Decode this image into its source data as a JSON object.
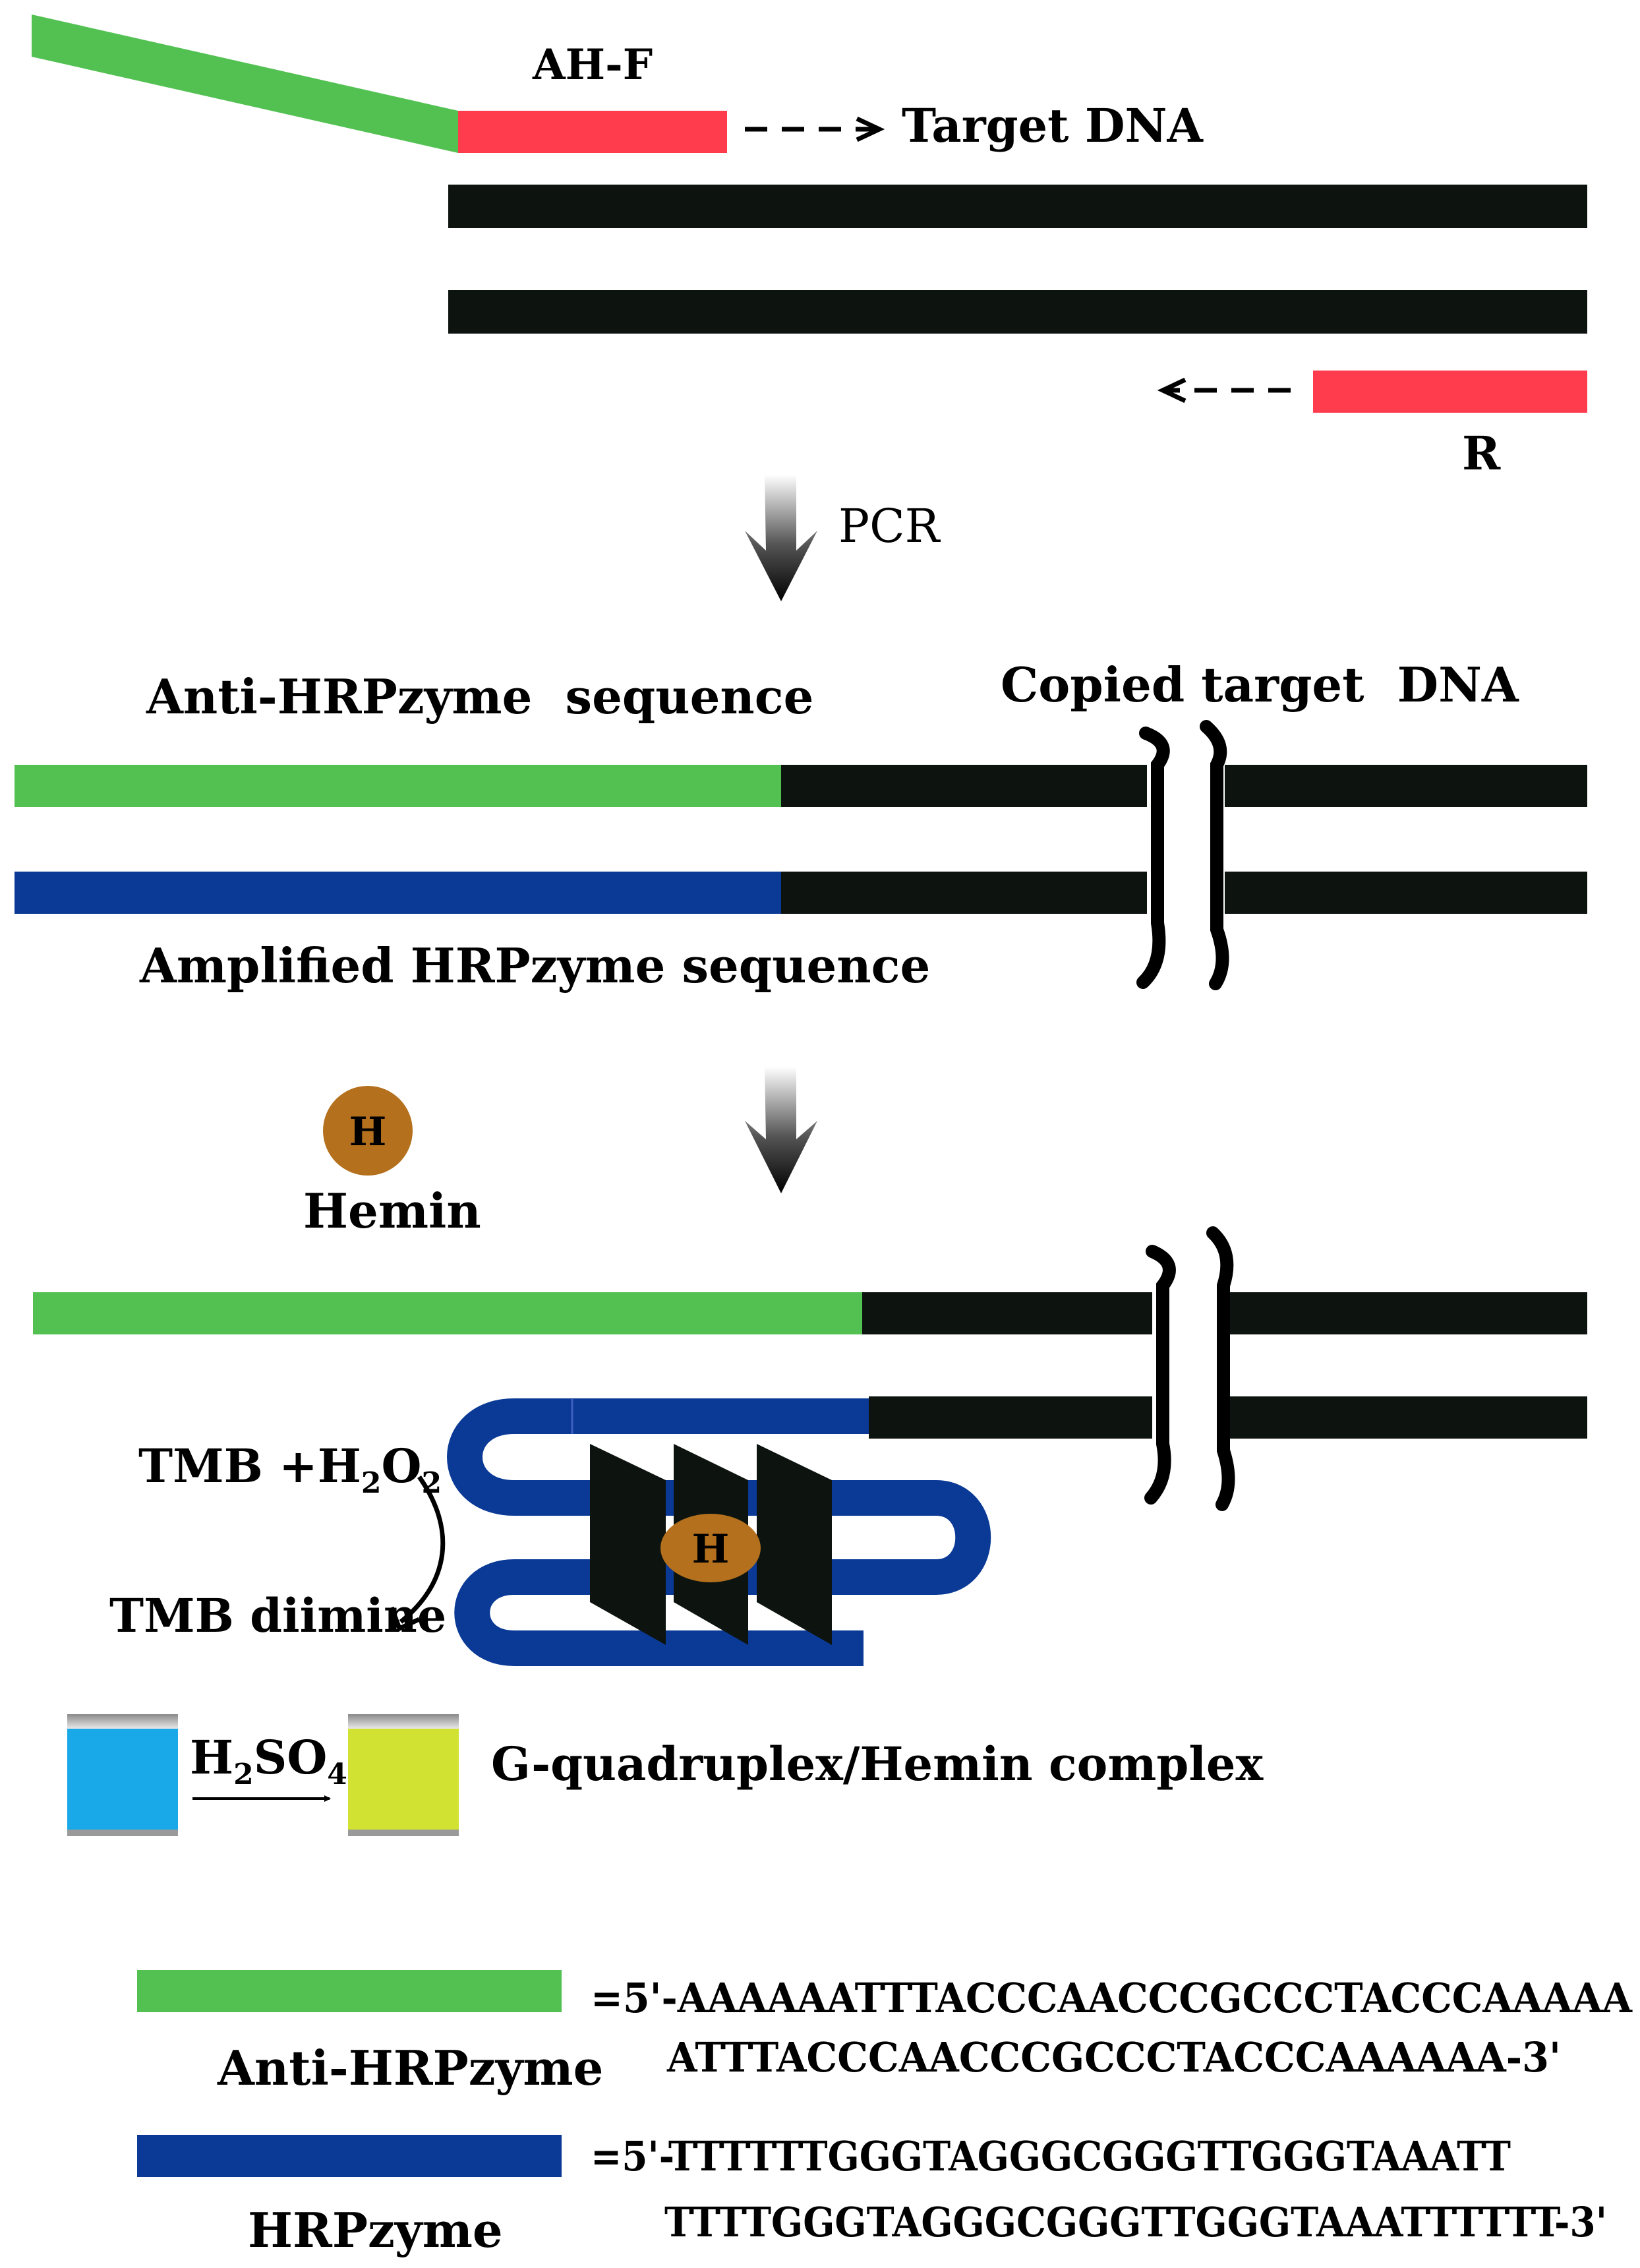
{
  "labels": {
    "primer_forward": "AH-F",
    "target_dna": "Target DNA",
    "primer_reverse": "R",
    "step_pcr": "PCR",
    "anti_hrpzyme_sequence": "Anti-HRPzyme  sequence",
    "copied_target_dna": "Copied target  DNA",
    "amplified_hrpzyme_sequence": "Amplified HRPzyme sequence",
    "hemin_symbol": "H",
    "hemin": "Hemin",
    "tmb_h2o2": {
      "base": "TMB +H",
      "sub1": "2",
      "mid": "O",
      "sub2": "2"
    },
    "tmb_diimine": "TMB diimine",
    "h2so4": {
      "base": "H",
      "sub1": "2",
      "mid": "SO",
      "sub2": "4"
    },
    "complex": "G-quadruplex/Hemin complex"
  },
  "legend": {
    "anti_hrpzyme": {
      "name": "Anti-HRPzyme",
      "seq_line1": "=5'-AAAAAATTTACCCAACCCGCCCTACCCAAAAA",
      "seq_line2": "ATTTACCCAACCCGCCCTACCCAAAAAA-3'"
    },
    "hrpzyme": {
      "name": "HRPzyme",
      "seq_line1": "=5'-TTTTTTGGGTAGGGCGGGTTGGGTAAATT",
      "seq_line2": "TTTTGGGTAGGGCGGGTTGGGTAAATTTTTT-3'"
    }
  },
  "colors": {
    "anti_hrpzyme": "#52c152",
    "hrpzyme": "#0a3a96",
    "primer": "#ff3b4e",
    "dna": "#0d1410",
    "hemin": "#b4701c",
    "tmb_blue": "#1aa9e8",
    "tmb_yellow": "#d1e233"
  }
}
